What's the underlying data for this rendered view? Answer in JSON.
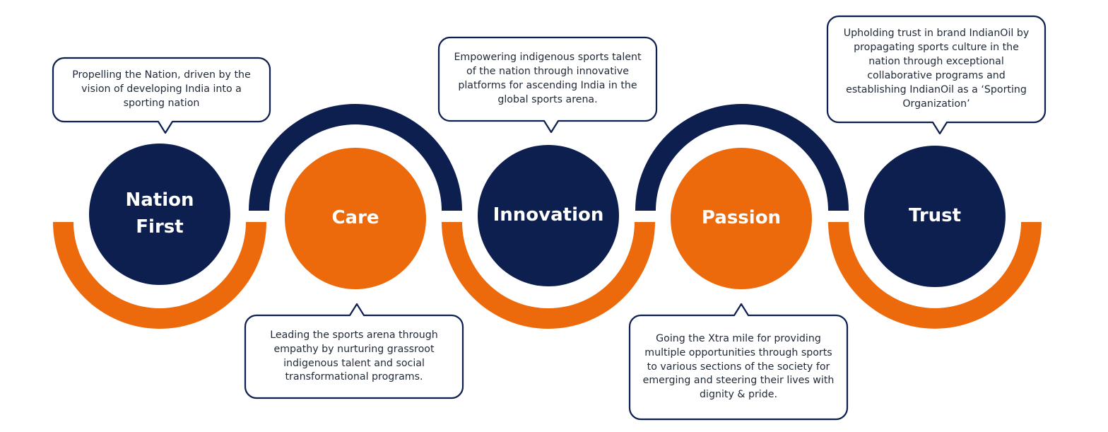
{
  "colors": {
    "navy": "#0d1f4e",
    "orange": "#ec6a0c",
    "callout_border": "#0d1f4e",
    "text": "#1f2937"
  },
  "values": [
    {
      "title_lines": [
        "Nation",
        "First"
      ],
      "circle_color": "navy",
      "description": "Propelling the Nation, driven by the vision of developing India into a sporting nation"
    },
    {
      "title_lines": [
        "Care"
      ],
      "circle_color": "orange",
      "description": "Leading the sports arena through empathy by nurturing grassroot indigenous talent and social transformational programs."
    },
    {
      "title_lines": [
        "Innovation"
      ],
      "circle_color": "navy",
      "description": "Empowering indigenous sports talent of the nation through innovative platforms for ascending India in the global sports arena."
    },
    {
      "title_lines": [
        "Passion"
      ],
      "circle_color": "orange",
      "description": "Going the Xtra mile for providing multiple opportunities through sports to various sections of the society for emerging and steering their lives with dignity & pride."
    },
    {
      "title_lines": [
        "Trust"
      ],
      "circle_color": "navy",
      "description": "Upholding trust in brand IndianOil by propagating sports culture in the nation through exceptional collaborative programs and establishing IndianOil as a ‘Sporting Organization’"
    }
  ]
}
